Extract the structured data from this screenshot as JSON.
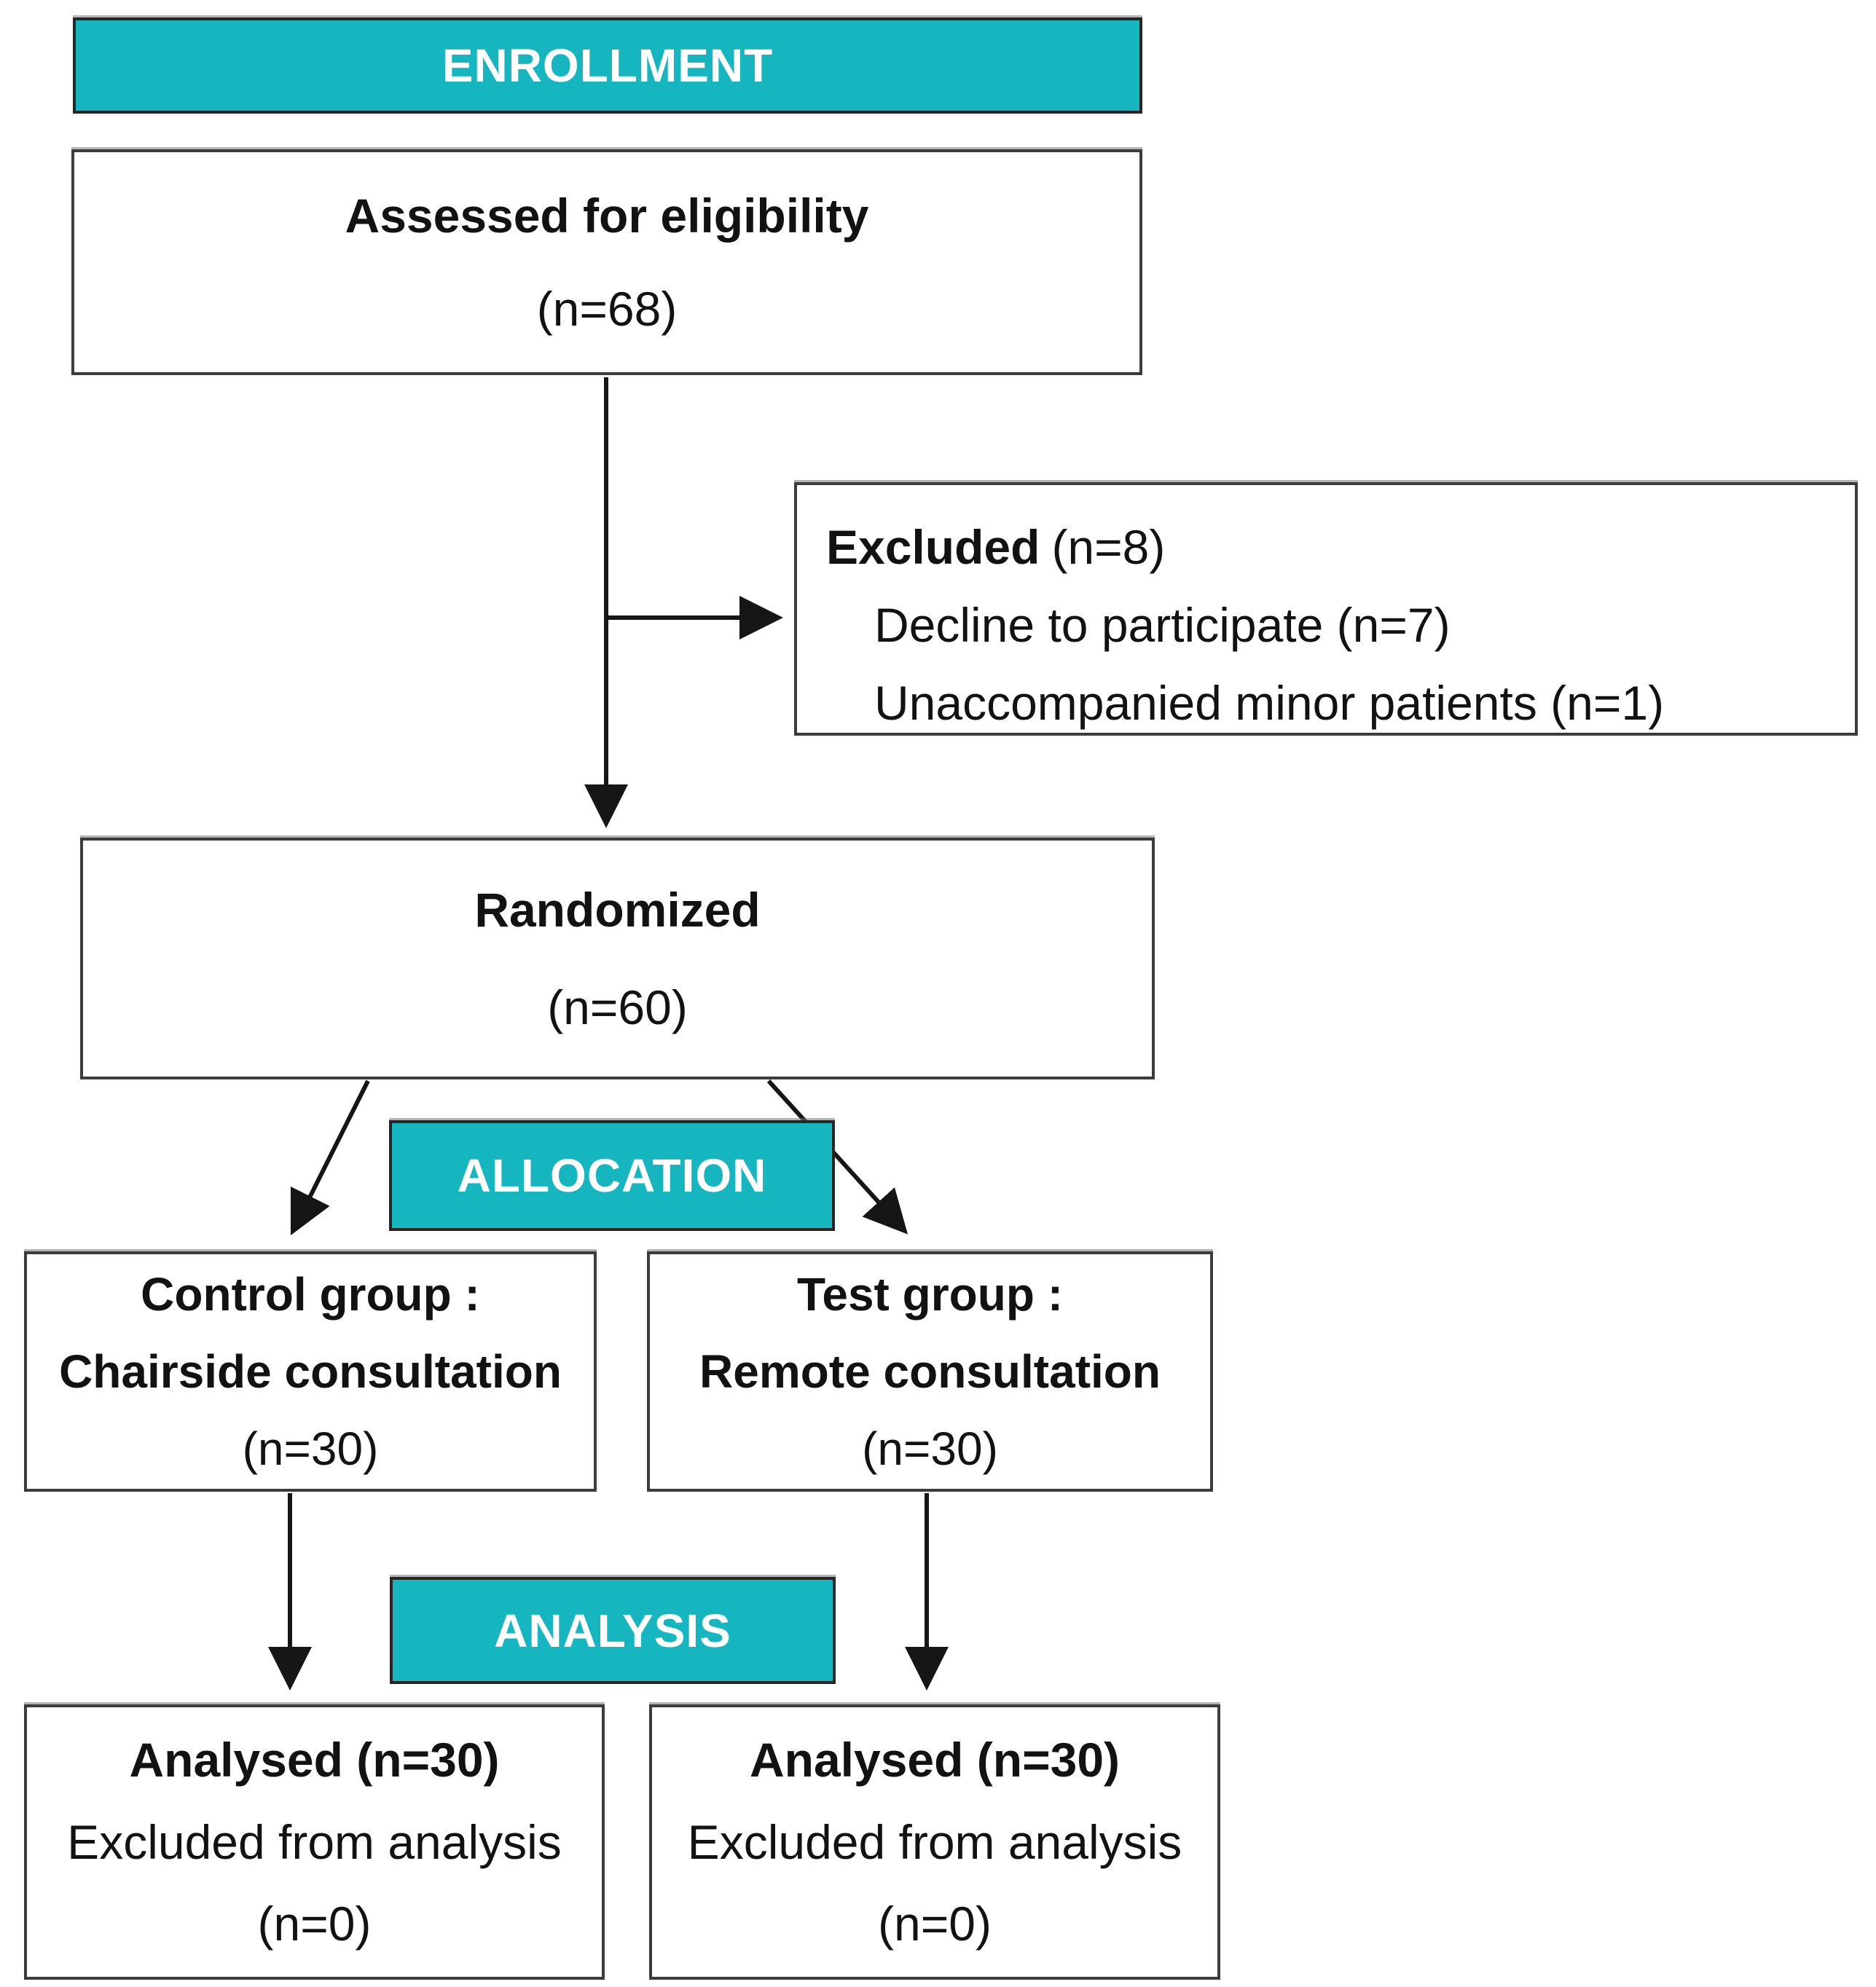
{
  "colors": {
    "teal": "#15b6bf",
    "banner_text": "#ffffff",
    "border": "#3c3c3c",
    "arrow": "#161616",
    "text": "#121212"
  },
  "banners": {
    "enrollment": "ENROLLMENT",
    "allocation": "ALLOCATION",
    "analysis": "ANALYSIS"
  },
  "boxes": {
    "assessed": {
      "title": "Assessed for eligibility",
      "n": "(n=68)"
    },
    "excluded": {
      "title": "Excluded",
      "n": "(n=8)",
      "reasons": [
        "Decline to participate (n=7)",
        "Unaccompanied minor patients (n=1)"
      ]
    },
    "randomized": {
      "title": "Randomized",
      "n": "(n=60)"
    },
    "control_group": {
      "title": "Control group :",
      "subtitle": "Chairside consultation",
      "n": "(n=30)"
    },
    "test_group": {
      "title": "Test group :",
      "subtitle": "Remote consultation",
      "n": "(n=30)"
    },
    "analysed_control": {
      "title": "Analysed (n=30)",
      "subtitle": "Excluded from analysis",
      "n": "(n=0)"
    },
    "analysed_test": {
      "title": "Analysed (n=30)",
      "subtitle": "Excluded from analysis",
      "n": "(n=0)"
    }
  }
}
